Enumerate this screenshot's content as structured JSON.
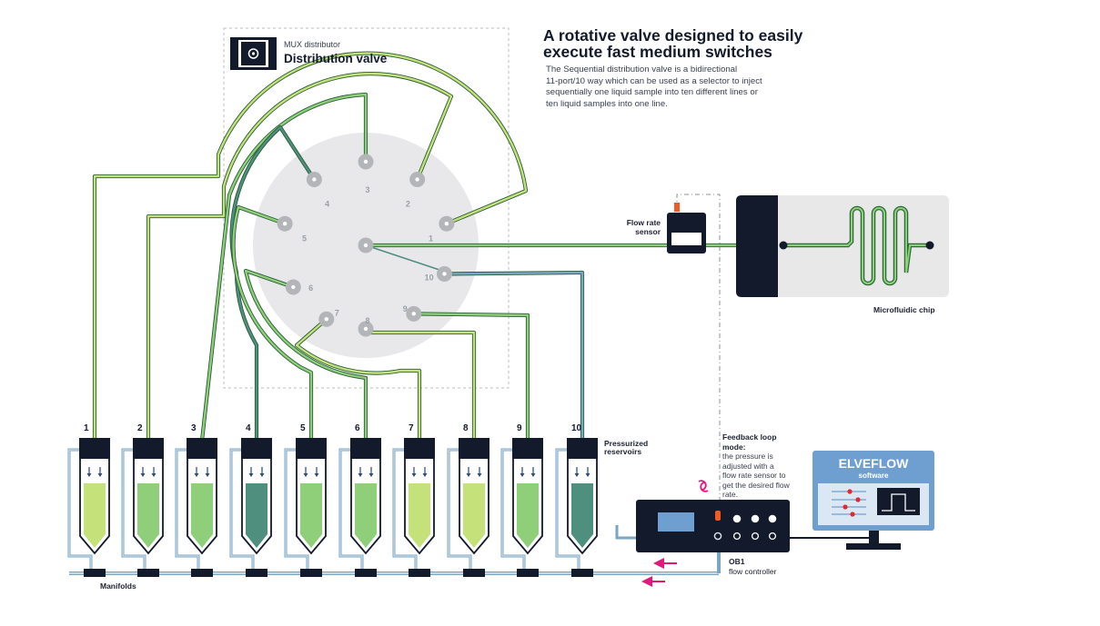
{
  "headline": {
    "line1": "A rotative valve designed to easily",
    "line2": "execute fast medium switches"
  },
  "description": {
    "line1": "The Sequential distribution valve is a bidirectional",
    "line2": "11-port/10 way which can be used as a selector to inject",
    "line3": "sequentially one liquid sample into ten different lines or",
    "line4": "ten liquid samples into one line."
  },
  "mux": {
    "subtitle": "MUX distributor",
    "title": "Distribution valve"
  },
  "valve_ports": [
    "1",
    "2",
    "3",
    "4",
    "5",
    "6",
    "7",
    "8",
    "9",
    "10"
  ],
  "flow_sensor": {
    "line1": "Flow rate",
    "line2": "sensor"
  },
  "chip_label": "Microfluidic chip",
  "reservoirs": {
    "numbers": [
      "1",
      "2",
      "3",
      "4",
      "5",
      "6",
      "7",
      "8",
      "9",
      "10"
    ],
    "label_line1": "Pressurized",
    "label_line2": "reservoirs"
  },
  "feedback": {
    "title_line1": "Feedback loop",
    "title_line2": "mode:",
    "body": [
      "the pressure is",
      "adjusted with a",
      "flow rate sensor to",
      "get the desired flow",
      "rate."
    ]
  },
  "controller": {
    "line1": "OB1",
    "line2": "flow controller"
  },
  "manifolds_label": "Manifolds",
  "software": {
    "brand": "ELVEFLOW",
    "sub": "software"
  },
  "colors": {
    "dark": "#121a2b",
    "tube_light": "#c5e27a",
    "tube_mid": "#8fcf7a",
    "tube_dark": "#4f8f7e",
    "blue_line": "#7aa6c4",
    "accent_pink": "#e0197d",
    "sensor_orange": "#f15a24",
    "monitor_blue": "#6f9fd0"
  }
}
